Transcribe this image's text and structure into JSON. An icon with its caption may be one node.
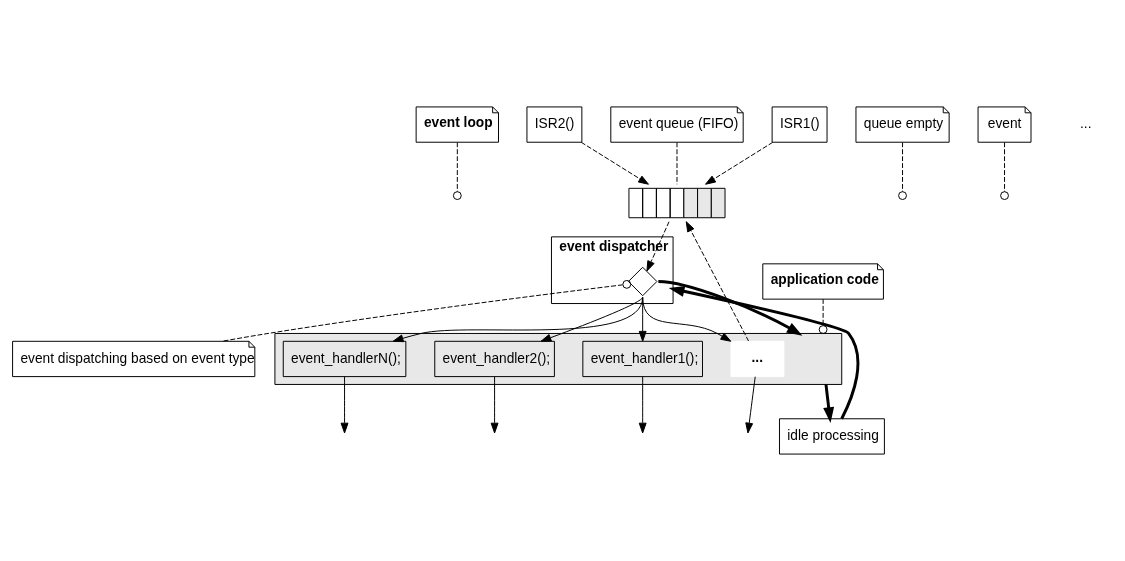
{
  "diagram": {
    "nodes": [
      {
        "text": [
          "event loop"
        ]
      },
      {
        "text": [
          "event queue (FIFO)"
        ]
      },
      {
        "text": [
          "ISR1()"
        ]
      },
      {
        "text": [
          "ISR2()"
        ]
      },
      {
        "text": [],
        "shape": "box"
      },
      {
        "text": [
          "event dispatcher"
        ]
      },
      {
        "text": [],
        "shape": "diamond",
        "in": 5
      },
      {
        "text": [
          "queue empty"
        ]
      },
      {
        "text": [
          "event dispatching based on event type"
        ]
      },
      {
        "text": [
          "idle processing"
        ]
      },
      {
        "text": [
          "event"
        ]
      },
      {
        "text": [
          "application code"
        ]
      },
      {
        "text": [],
        "shape": "box"
      },
      {
        "text": [
          "event_handlerN();"
        ],
        "in": 12
      },
      {
        "text": [
          "..."
        ],
        "in": 12
      },
      {
        "text": [
          "event_handler2();"
        ],
        "in": 12
      },
      {
        "text": [
          "event_handler1();"
        ],
        "in": 12
      }
    ],
    "edges": [
      {
        "from": 0,
        "to": null,
        "arrow": "other",
        "style": "dashed"
      },
      {
        "from": 1,
        "to": 4,
        "arrow": "none",
        "style": "dashed"
      },
      {
        "from": 2,
        "to": 4,
        "arrow": "to",
        "style": "dashed"
      },
      {
        "from": 3,
        "to": 4,
        "arrow": "to",
        "style": "dashed"
      },
      {
        "from": 14,
        "to": 4,
        "arrow": "to",
        "style": "dashed"
      },
      {
        "from": 10,
        "to": null,
        "arrow": "other",
        "style": "dashed"
      },
      {
        "from": 4,
        "to": 6,
        "arrow": "to",
        "style": "dashed"
      },
      {
        "from": 7,
        "to": null,
        "arrow": "other",
        "style": "dashed"
      },
      {
        "from": 8,
        "to": 6,
        "arrow": "other",
        "style": "dashed"
      },
      {
        "from": 11,
        "to": 12,
        "arrow": "other",
        "style": "dashed"
      },
      {
        "from": 9,
        "to": 5,
        "arrow": "to",
        "style": "thick"
      },
      {
        "from": 6,
        "to": 12,
        "arrow": "to",
        "style": "thick"
      },
      {
        "from": 12,
        "to": 9,
        "arrow": "to",
        "style": "thick"
      },
      {
        "from": 6,
        "to": 13,
        "arrow": "to"
      },
      {
        "from": 6,
        "to": 14,
        "arrow": "to"
      },
      {
        "from": 6,
        "to": 15,
        "arrow": "to"
      },
      {
        "from": 6,
        "to": 16,
        "arrow": "to"
      },
      {
        "from": 13,
        "to": null,
        "arrow": "to"
      },
      {
        "from": 14,
        "to": null,
        "arrow": "to"
      },
      {
        "from": 15,
        "to": null,
        "arrow": "to"
      },
      {
        "from": 16,
        "to": null,
        "arrow": "to"
      }
    ],
    "labels": [
      "..."
    ]
  }
}
